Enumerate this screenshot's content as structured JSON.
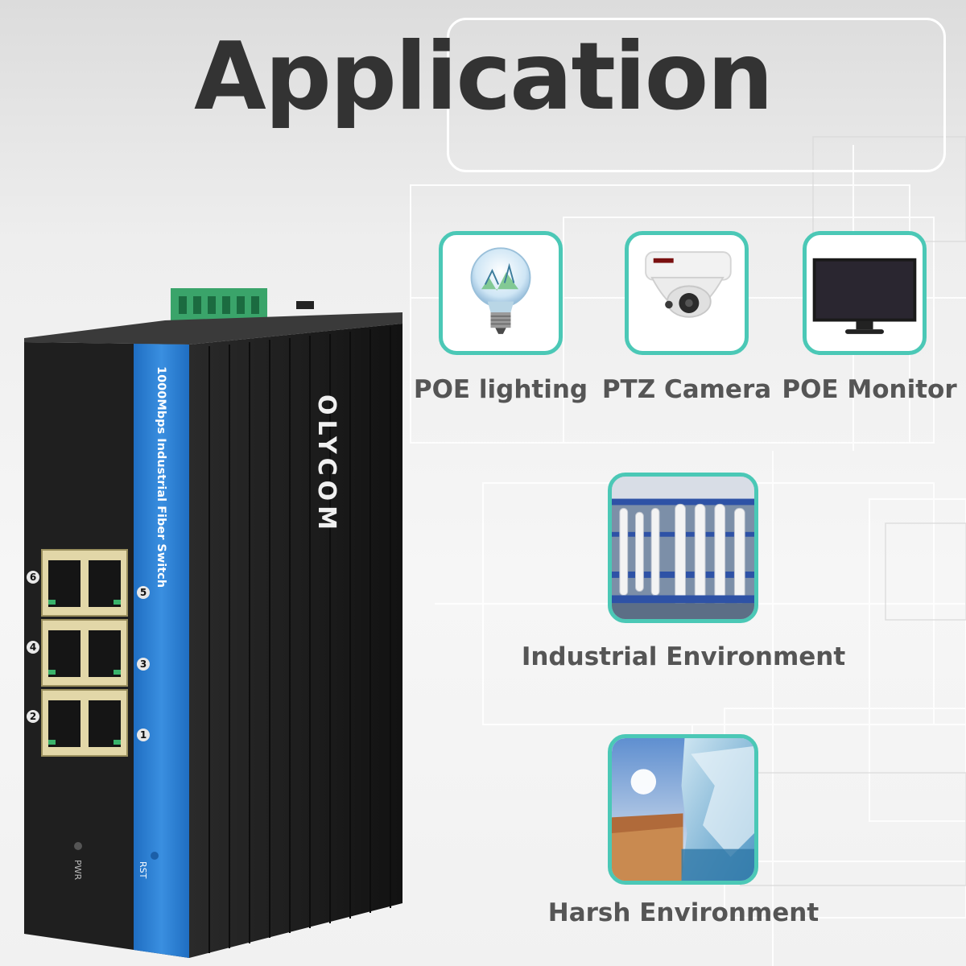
{
  "title": "Application",
  "product": {
    "brand": "OLYCOM",
    "strip_text": "1000Mbps Industrial Fiber Switch",
    "ports": [
      "6",
      "5",
      "4",
      "3",
      "2",
      "1"
    ],
    "pwr_label": "PWR",
    "rst_label": "RST"
  },
  "applications": [
    {
      "label": "POE lighting",
      "icon": "lightbulb-icon"
    },
    {
      "label": "PTZ Camera",
      "icon": "dome-camera-icon"
    },
    {
      "label": "POE Monitor",
      "icon": "monitor-icon"
    },
    {
      "label": "Industrial Environment",
      "icon": "industrial-plant-image"
    },
    {
      "label": "Harsh Environment",
      "icon": "desert-glacier-image"
    }
  ],
  "colors": {
    "accent": "#4bc8b6",
    "title": "#333333",
    "label": "#555555",
    "strip": "#2f7fcf",
    "device": "#1d1d1d"
  }
}
